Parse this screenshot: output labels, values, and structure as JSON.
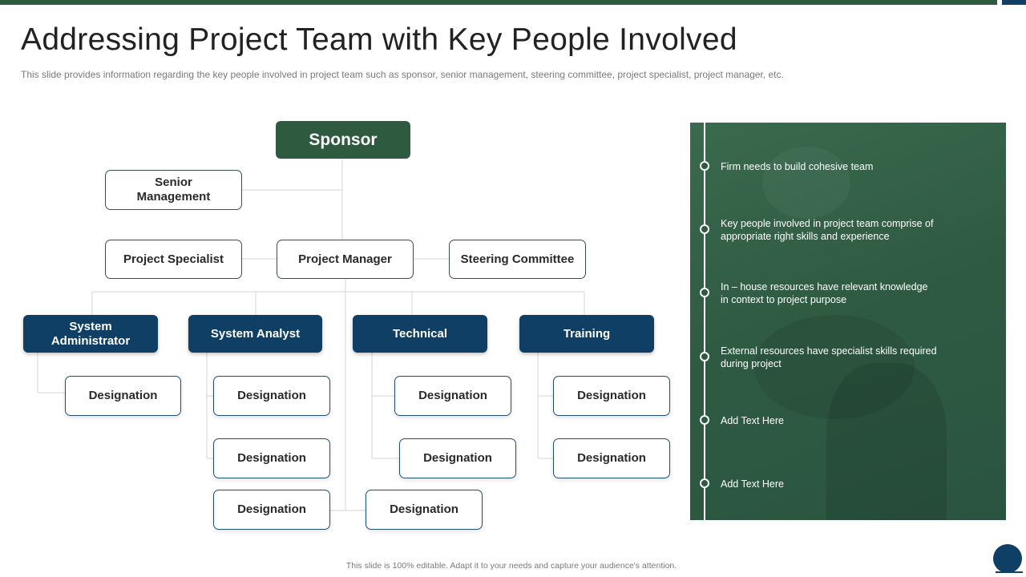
{
  "header": {
    "title": "Addressing Project Team with Key People Involved",
    "subtitle": "This slide provides information regarding the key people involved in project team such as sponsor, senior management, steering committee, project specialist, project manager, etc."
  },
  "org": {
    "sponsor": "Sponsor",
    "senior_management": "Senior Management",
    "project_specialist": "Project Specialist",
    "project_manager": "Project Manager",
    "steering_committee": "Steering Committee",
    "system_administrator": "System Administrator",
    "system_analyst": "System Analyst",
    "technical": "Technical",
    "training": "Training",
    "designation": "Designation"
  },
  "panel": {
    "items": [
      "Firm needs to build cohesive team",
      "Key people involved  in project team comprise of appropriate  right skills and experience",
      "In – house resources have  relevant knowledge  in context to project purpose",
      "External resources have  specialist skills required during project",
      "Add Text Here",
      "Add Text Here"
    ]
  },
  "footer": {
    "note": "This slide is 100% editable.  Adapt it to your needs and capture your audience's attention."
  },
  "colors": {
    "brand_green": "#2e5a40",
    "brand_blue": "#0f3f64"
  }
}
